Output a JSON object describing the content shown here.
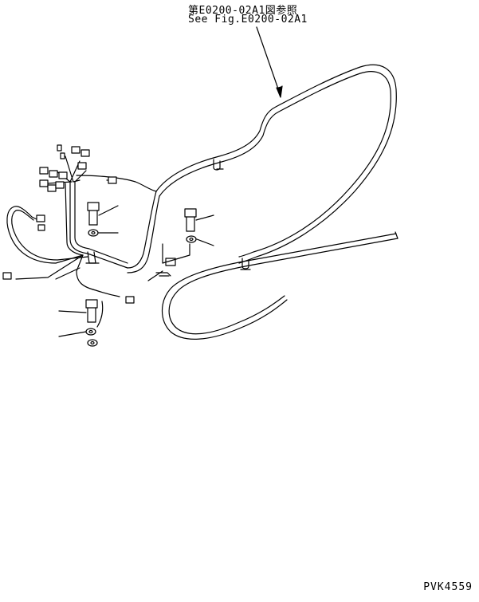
{
  "reference": {
    "japanese": "第E0200-02A1図参照",
    "english": "See Fig.E0200-02A1"
  },
  "figure_id": "PVK4559"
}
